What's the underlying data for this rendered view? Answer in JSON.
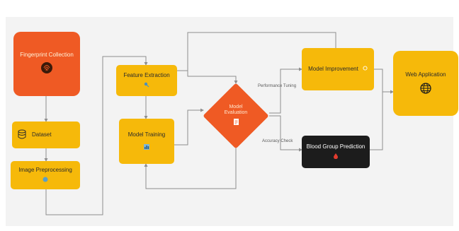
{
  "nodes": {
    "fingerprint_collection": {
      "label": "Fingerprint Collection",
      "icon": "fingerprint-icon"
    },
    "dataset": {
      "label": "Dataset",
      "icon": "database-icon"
    },
    "image_preprocessing": {
      "label": "Image Preprocessing",
      "icon": "image-icon"
    },
    "feature_extraction": {
      "label": "Feature Extraction",
      "icon": "search-icon"
    },
    "model_training": {
      "label": "Model Training",
      "icon": "chart-icon"
    },
    "model_evaluation": {
      "label": "Model Evaluation",
      "icon": "document-icon"
    },
    "model_improvement": {
      "label": "Model Improvement",
      "icon": "refresh-icon"
    },
    "blood_group_prediction": {
      "label": "Blood Group Prediction",
      "icon": "blood-drop-icon"
    },
    "web_application": {
      "label": "Web Application",
      "icon": "globe-icon"
    }
  },
  "edge_labels": {
    "performance_tuning": "Performance Tuning",
    "accuracy_check": "Accuracy Check"
  },
  "colors": {
    "orange": "#ef5a24",
    "yellow": "#f6b90a",
    "dark": "#1c1c1c",
    "wire": "#8e8e8e"
  }
}
